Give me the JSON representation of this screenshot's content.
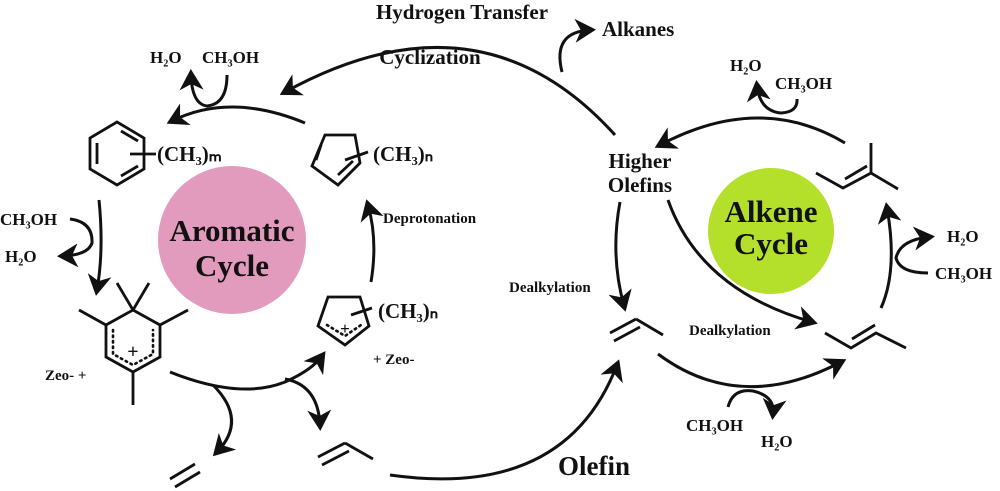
{
  "labels": {
    "hydrogen_transfer": "Hydrogen Transfer",
    "cyclization": "Cyclization",
    "alkanes": "Alkanes",
    "higher_olefins_1": "Higher",
    "higher_olefins_2": "Olefins",
    "olefin": "Olefin",
    "deprotonation": "Deprotonation",
    "dealkylation_left": "Dealkylation",
    "dealkylation_right": "Dealkylation",
    "benzene_substituent": "(CH₃)ₘ",
    "cyclopentadiene_substituent": "(CH₃)ₙ",
    "cyclopentenyl_substituent": "(CH₃)ₙ",
    "zeo_left": "Zeo-  +",
    "zeo_right": "+ Zeo-"
  },
  "aromatic_cycle": {
    "line1": "Aromatic",
    "line2": "Cycle",
    "color": "#e29bbd"
  },
  "alkene_cycle": {
    "line1": "Alkene",
    "line2": "Cycle",
    "color": "#b4df2a"
  },
  "reagents": {
    "top_left_h2o": "H₂O",
    "top_left_ch3oh": "CH₃OH",
    "left_ch3oh": "CH₃OH",
    "left_h2o": "H₂O",
    "top_right_h2o": "H₂O",
    "top_right_ch3oh": "CH₃OH",
    "right_h2o": "H₂O",
    "right_ch3oh": "CH₃OH",
    "bottom_ch3oh": "CH₃OH",
    "bottom_h2o": "H₂O"
  }
}
